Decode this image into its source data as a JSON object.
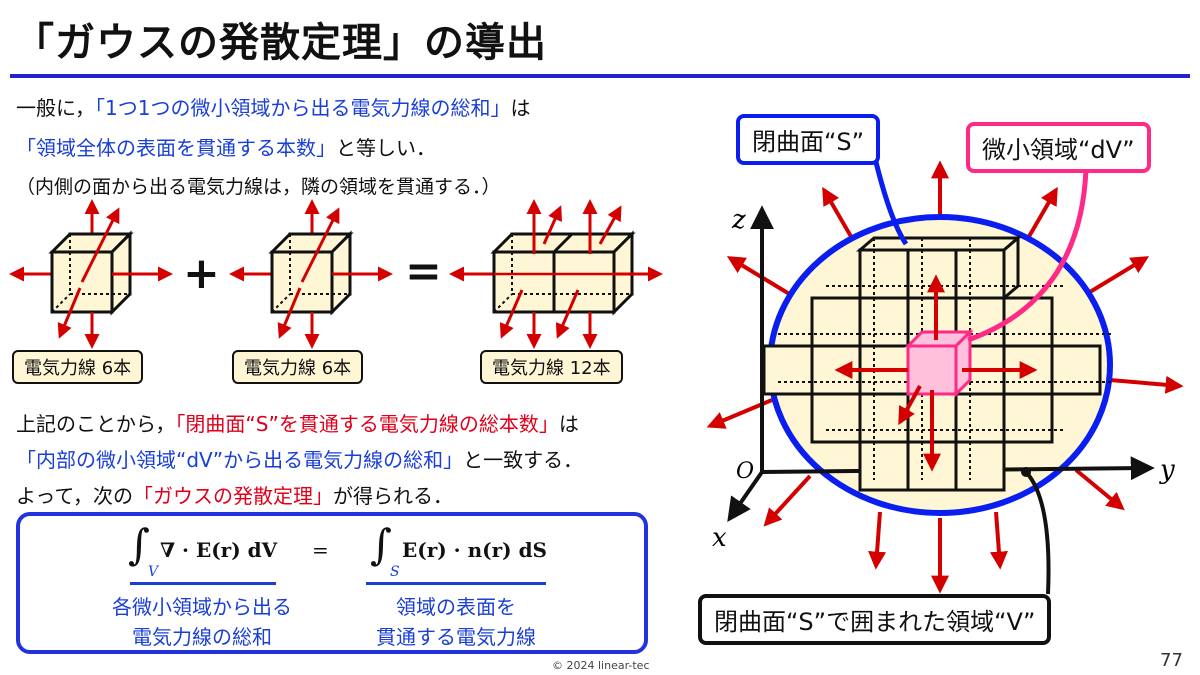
{
  "title": "「ガウスの発散定理」の導出",
  "intro": {
    "line1_a": "一般に，",
    "line1_b": "「1つ1つの微小領域から出る電気力線の総和」",
    "line1_c": "は",
    "line2_a": "「領域全体の表面を貫通する本数」",
    "line2_b": "と等しい．",
    "line3": "（内側の面から出る電気力線は，隣の領域を貫通する．）"
  },
  "cubes": {
    "label1": "電気力線 6本",
    "label2": "電気力線 6本",
    "label3": "電気力線 12本",
    "plus": "+",
    "equals": "="
  },
  "conclusion": {
    "line1_a": "上記のことから，",
    "line1_b": "「閉曲面“S”を貫通する電気力線の総本数」",
    "line1_c": "は",
    "line2_a": "「内部の微小領域“dV”から出る電気力線の総和」",
    "line2_b": "と一致する．",
    "line3_a": "よって，次の",
    "line3_b": "「ガウスの発散定理」",
    "line3_c": "が得られる．"
  },
  "equation": {
    "lhs": "∇ · E(r) dV",
    "lhs_sub": "V",
    "eq": "=",
    "rhs": "E(r) · n(r) dS",
    "rhs_sub": "S",
    "caption_left_1": "各微小領域から出る",
    "caption_left_2": "電気力線の総和",
    "caption_right_1": "領域の表面を",
    "caption_right_2": "貫通する電気力線"
  },
  "figure": {
    "callout_surface": "閉曲面“S”",
    "callout_element": "微小領域“dV”",
    "callout_region": "閉曲面“S”で囲まれた領域“V”",
    "axis_z": "z",
    "axis_y": "y",
    "axis_x": "x",
    "origin": "O"
  },
  "colors": {
    "accent_blue": "#1a3fd6",
    "accent_red": "#e0001b",
    "arrow_red": "#d40000",
    "cube_fill": "#fff6d5",
    "callout_pink": "#ff2a86"
  },
  "footer": "© 2024 linear-tec",
  "page_number": "77"
}
